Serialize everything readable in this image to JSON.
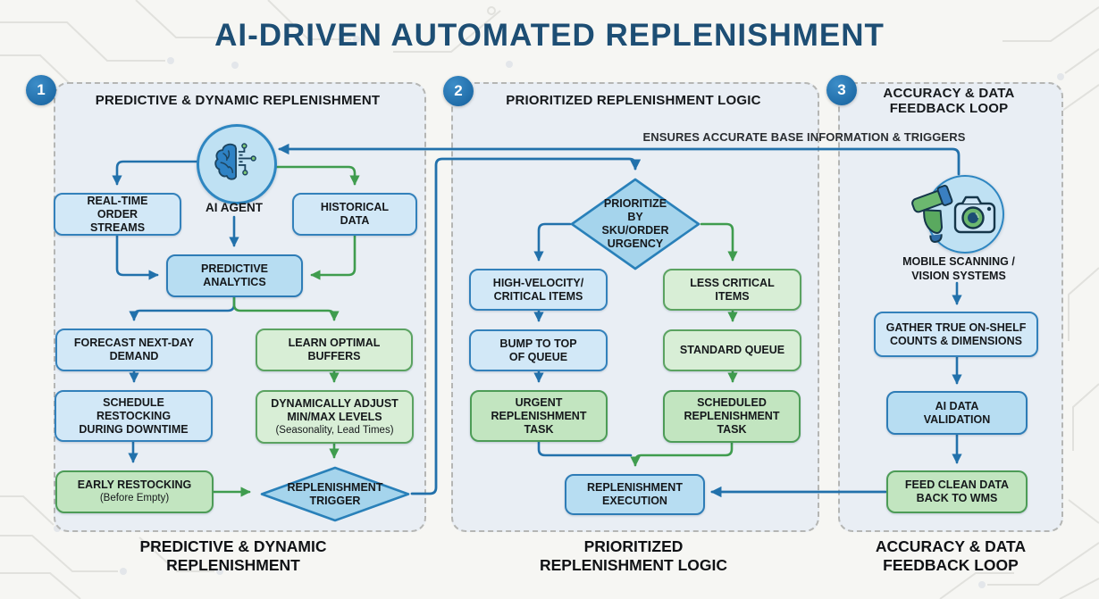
{
  "title": "AI-DRIVEN AUTOMATED REPLENISHMENT",
  "annotation": "ENSURES ACCURATE BASE INFORMATION & TRIGGERS",
  "colors": {
    "title": "#1d4e74",
    "arrow_blue": "#2271ab",
    "arrow_green": "#3f9c4e",
    "box_blue": "#d2e8f7",
    "box_blue_deep": "#b7ddf2",
    "box_green": "#d8eed6",
    "box_green_deep": "#c2e5c0",
    "diamond_fill": "#a5d4ec",
    "badge": "#1e6dab"
  },
  "icons": {
    "agent_icon": "brain-circuit-icon",
    "scanner_icon": "barcode-scanner-icon",
    "camera_icon": "camera-icon"
  },
  "sections": [
    {
      "number": "1",
      "heading": [
        "PREDICTIVE & DYNAMIC REPLENISHMENT"
      ],
      "caption": [
        "PREDICTIVE & DYNAMIC",
        "REPLENISHMENT"
      ],
      "nodes": {
        "ai_agent": "AI AGENT",
        "real_time": "REAL-TIME ORDER STREAMS",
        "historical": "HISTORICAL DATA",
        "predictive_analytics": "PREDICTIVE ANALYTICS",
        "forecast": "FORECAST NEXT-DAY DEMAND",
        "learn_buffers": "LEARN OPTIMAL BUFFERS",
        "schedule": "SCHEDULE RESTOCKING DURING DOWNTIME",
        "dynamic_adjust": "DYNAMICALLY ADJUST MIN/MAX LEVELS",
        "dynamic_adjust_sub": "(Seasonality, Lead Times)",
        "early_restocking": "EARLY RESTOCKING",
        "early_restocking_sub": "(Before Empty)",
        "trigger": "REPLENISHMENT TRIGGER"
      }
    },
    {
      "number": "2",
      "heading": [
        "PRIORITIZED REPLENISHMENT LOGIC"
      ],
      "caption": [
        "PRIORITIZED",
        "REPLENISHMENT LOGIC"
      ],
      "nodes": {
        "prioritize": "PRIORITIZE BY SKU/ORDER URGENCY",
        "high_velocity": "HIGH-VELOCITY/ CRITICAL ITEMS",
        "less_critical": "LESS CRITICAL ITEMS",
        "bump": "BUMP TO TOP OF QUEUE",
        "standard_queue": "STANDARD QUEUE",
        "urgent": "URGENT REPLENISHMENT TASK",
        "scheduled": "SCHEDULED REPLENISHMENT TASK",
        "execution": "REPLENISHMENT EXECUTION"
      }
    },
    {
      "number": "3",
      "heading": [
        "ACCURACY & DATA",
        "FEEDBACK LOOP"
      ],
      "caption": [
        "ACCURACY & DATA",
        "FEEDBACK LOOP"
      ],
      "nodes": {
        "mobile": "MOBILE SCANNING / VISION SYSTEMS",
        "gather": "GATHER TRUE ON-SHELF COUNTS & DIMENSIONS",
        "validation": "AI DATA VALIDATION",
        "feed": "FEED CLEAN DATA BACK TO WMS"
      }
    }
  ]
}
